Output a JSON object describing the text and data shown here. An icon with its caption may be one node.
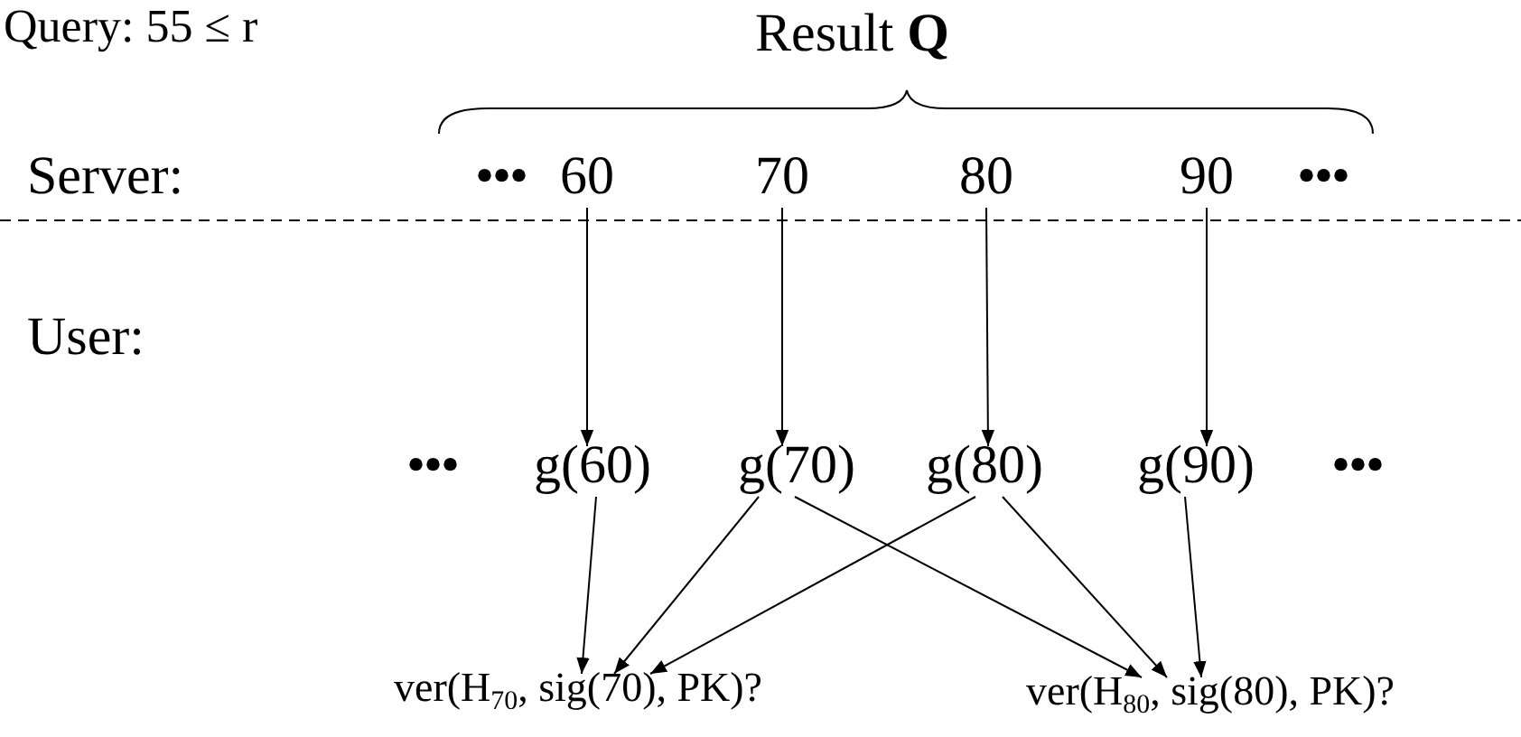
{
  "diagram": {
    "nodes": [
      {
        "text": [
          "60"
        ]
      },
      {
        "text": [
          "70"
        ]
      },
      {
        "text": [
          "80"
        ]
      },
      {
        "text": [
          "90"
        ]
      },
      {
        "text": [
          "g(60)"
        ]
      },
      {
        "text": [
          "g(70)"
        ]
      },
      {
        "text": [
          "g(80)"
        ]
      },
      {
        "text": [
          "g(90)"
        ]
      },
      {
        "text": [
          "ver(H$_{70}$, sig(70), PK)?"
        ]
      },
      {
        "text": [
          "ver(H$_{80}$, sig(80), PK)?"
        ]
      }
    ],
    "edges": [
      {
        "from": 0,
        "to": 4,
        "arrow": "to"
      },
      {
        "from": 1,
        "to": 5,
        "arrow": "to"
      },
      {
        "from": 2,
        "to": 6,
        "arrow": "to"
      },
      {
        "from": 3,
        "to": 7,
        "arrow": "to"
      },
      {
        "from": 4,
        "to": 8,
        "arrow": "to"
      },
      {
        "from": 5,
        "to": 8,
        "arrow": "to"
      },
      {
        "from": 5,
        "to": 9,
        "arrow": "to"
      },
      {
        "from": 6,
        "to": 8,
        "arrow": "to"
      },
      {
        "from": 6,
        "to": 9,
        "arrow": "to"
      },
      {
        "from": 7,
        "to": 9,
        "arrow": "to"
      }
    ],
    "labels": [
      "Query: 55 ≤ r",
      "Result **Q**",
      "Server:",
      "•••",
      "•••",
      "User:",
      "•••",
      "•••"
    ]
  }
}
